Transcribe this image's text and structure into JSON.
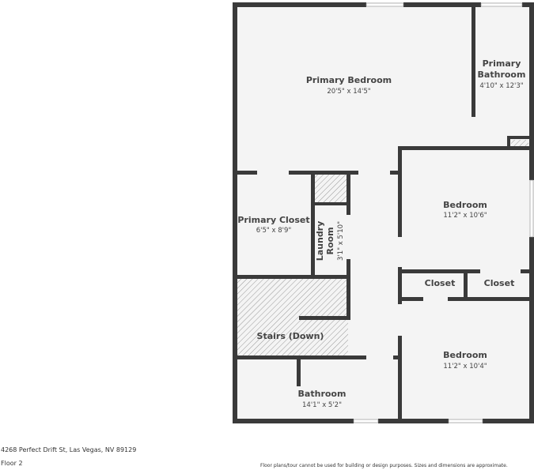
{
  "floor_plan": {
    "rooms": [
      {
        "name": "Primary Bedroom",
        "dimensions": "20'5\" x 14'5\""
      },
      {
        "name_line1": "Primary",
        "name_line2": "Bathroom",
        "dimensions": "4'10\" x 12'3\""
      },
      {
        "name": "Bedroom",
        "dimensions": "11'2\" x 10'6\""
      },
      {
        "name": "Primary Closet",
        "dimensions": "6'5\" x 8'9\""
      },
      {
        "name_line1": "Laundry",
        "name_line2": "Room",
        "dimensions": "3'1\" x 5'10\""
      },
      {
        "name": "Closet"
      },
      {
        "name": "Closet"
      },
      {
        "name": "Stairs (Down)"
      },
      {
        "name": "Bedroom",
        "dimensions": "11'2\" x 10'4\""
      },
      {
        "name": "Bathroom",
        "dimensions": "14'1\" x 5'2\""
      }
    ],
    "colors": {
      "wall": "#3a3a3a",
      "floor": "#f4f4f4",
      "hatch": "#999999"
    }
  },
  "footer": {
    "address": "4268 Perfect Drift St, Las Vegas, NV 89129",
    "floor": "Floor 2",
    "disclaimer": "Floor plans/tour cannot be used for building or design purposes. Sizes and dimensions are approximate."
  }
}
